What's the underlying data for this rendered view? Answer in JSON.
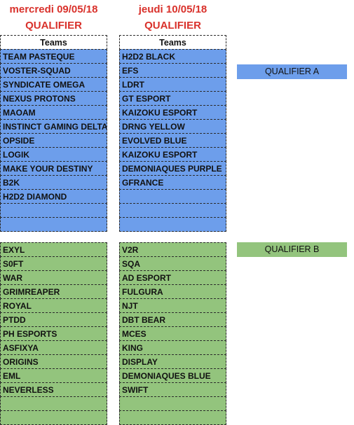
{
  "days": [
    {
      "date": "mercredi 09/05/18",
      "stage": "QUALIFIER",
      "teams_header": "Teams",
      "group_a": [
        "TEAM PASTEQUE",
        "VOSTER-SQUAD",
        "SYNDICATE OMEGA",
        "NEXUS PROTONS",
        "MAOAM",
        "INSTINCT GAMING DELTA",
        "OPSIDE",
        "LOGIK",
        "MAKE YOUR DESTINY",
        "B2K",
        "H2D2 DIAMOND",
        "",
        ""
      ],
      "group_b": [
        "EXYL",
        "S0FT",
        "WAR",
        "GRIMREAPER",
        "ROYAL",
        "PTDD",
        "PH ESPORTS",
        "ASFIXYA",
        "ORIGINS",
        "EML",
        "NEVERLESS",
        "",
        ""
      ]
    },
    {
      "date": "jeudi 10/05/18",
      "stage": "QUALIFIER",
      "teams_header": "Teams",
      "group_a": [
        "H2D2 BLACK",
        "EFS",
        "LDRT",
        "GT ESPORT",
        "KAIZOKU ESPORT",
        "DRNG YELLOW",
        "EVOLVED BLUE",
        "KAIZOKU ESPORT",
        "DEMONIAQUES PURPLE",
        "GFRANCE",
        "",
        "",
        ""
      ],
      "group_b": [
        "V2R",
        "SQA",
        "AD ESPORT",
        "FULGURA",
        "NJT",
        "DBT BEAR",
        "MCES",
        "KING",
        "DISPLAY",
        "DEMONIAQUES BLUE",
        "SWIFT",
        "",
        ""
      ]
    }
  ],
  "labels": {
    "qualifier_a": "QUALIFIER A",
    "qualifier_b": "QUALIFIER B"
  },
  "colors": {
    "header_red": "#d9312b",
    "group_a_blue": "#6d9eeb",
    "group_b_green": "#93c47d"
  }
}
